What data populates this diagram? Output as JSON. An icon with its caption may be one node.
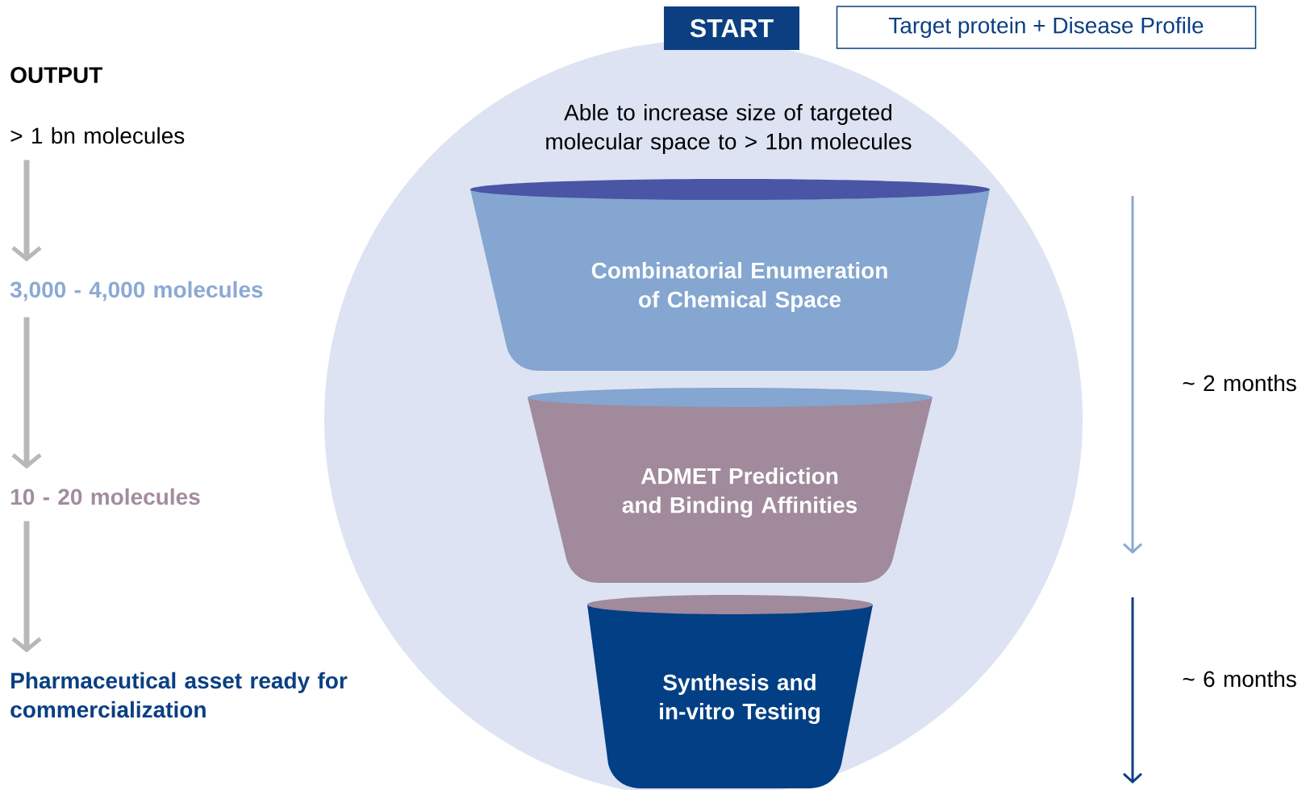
{
  "diagram": {
    "nodes": [
      {
        "text": [
          "START"
        ]
      },
      {
        "text": [
          "Target protein + Disease Profile"
        ]
      },
      {
        "text": [
          "Combinatorial Enumeration of Chemical Space"
        ]
      },
      {
        "text": [
          "ADMET Prediction and Binding Affinities"
        ]
      },
      {
        "text": [
          "Synthesis and in-vitro Testing"
        ]
      },
      {
        "text": [
          "> 1 bn molecules"
        ]
      },
      {
        "text": [
          "3,000 - 4,000 molecules"
        ]
      },
      {
        "text": [
          "10 - 20 molecules"
        ]
      },
      {
        "text": [
          "Pharmaceutical asset ready for commercialization"
        ]
      }
    ],
    "edges": [
      {
        "from": 5,
        "to": 6,
        "arrow": "to"
      },
      {
        "from": 6,
        "to": 7,
        "arrow": "to"
      },
      {
        "from": 7,
        "to": 8,
        "arrow": "to"
      }
    ],
    "labels": [
      "OUTPUT",
      "Able to increase size of targeted molecular space to > 1bn molecules",
      "~ 2 months",
      "~ 6 months"
    ]
  }
}
